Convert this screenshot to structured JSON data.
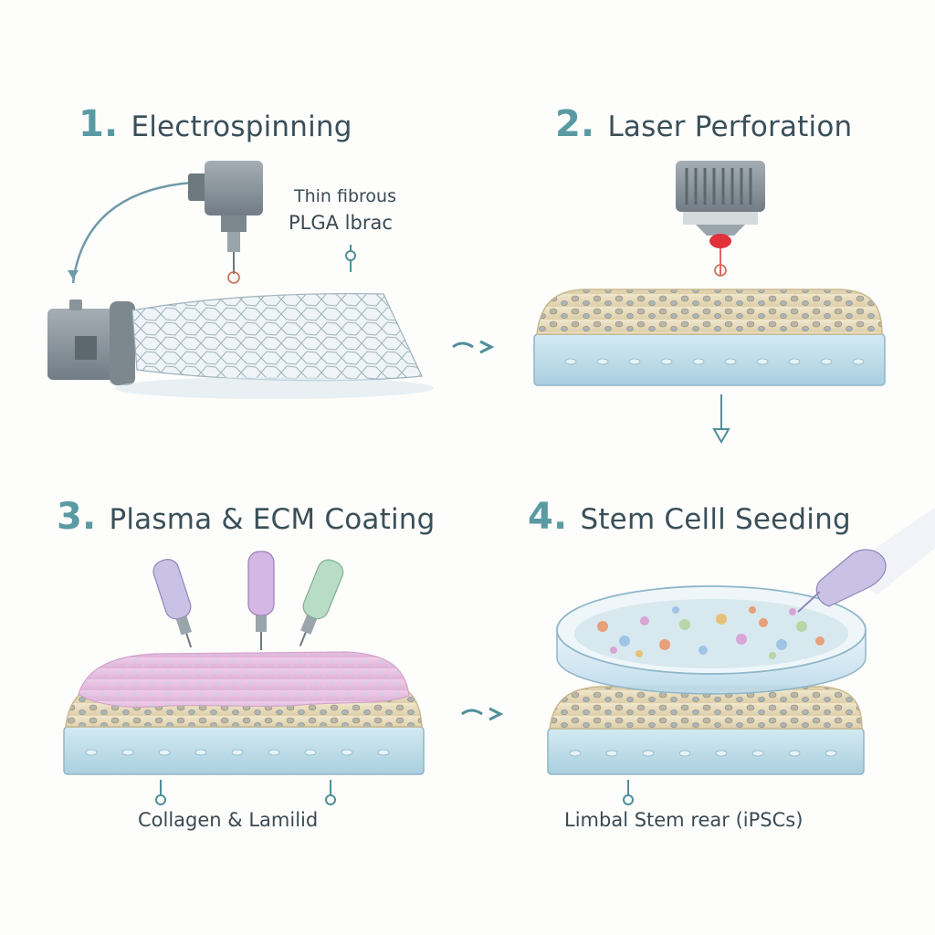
{
  "steps": [
    {
      "number": "1.",
      "title": "Electrospinning"
    },
    {
      "number": "2.",
      "title": "Laser Perforation"
    },
    {
      "number": "3.",
      "title": "Plasma & ECM Coating"
    },
    {
      "number": "4.",
      "title": "Stem Celll Seeding"
    }
  ],
  "annotations": {
    "step1_line1": "Thin fibrous",
    "step1_line2": "PLGA lbrac",
    "step3_caption": "Collagen & Lamilid",
    "step4_caption": "Limbal Stem rear (iPSCs)"
  },
  "colors": {
    "title_number": "#5a9aa3",
    "title_text": "#3a4f58",
    "scaffold_blue": "#bcdbe8",
    "scaffold_tan": "#e8dcc0",
    "coating_pink": "#e7bfe0",
    "laser_red": "#e0303a",
    "device_grey": "#8a949b"
  }
}
